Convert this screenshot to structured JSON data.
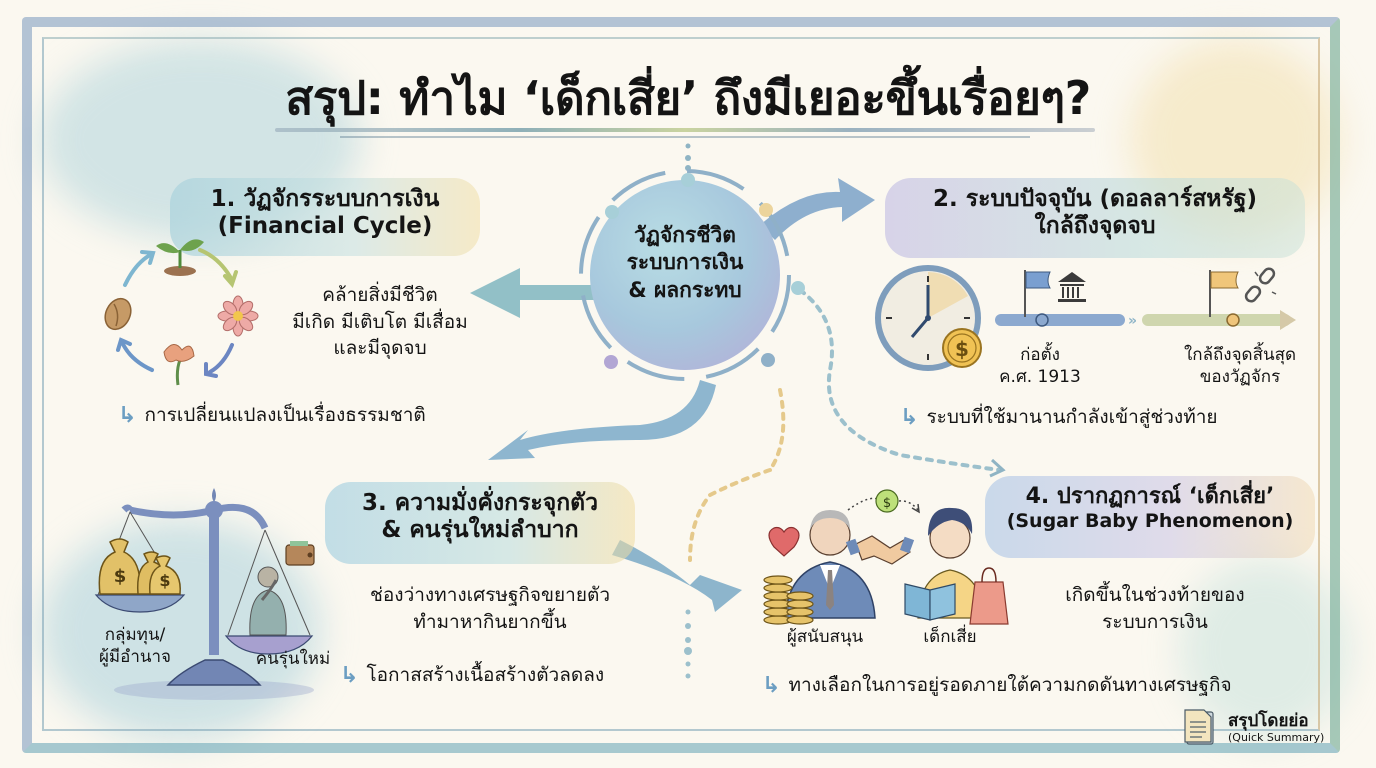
{
  "title": "สรุป: ทำไม ‘เด็กเสี่ย’ ถึงมีเยอะขึ้นเรื่อยๆ?",
  "center_hub": {
    "line1": "วัฏจักรชีวิต",
    "line2": "ระบบการเงิน",
    "line3": "& ผลกระทบ"
  },
  "section1": {
    "heading_line1": "1. วัฏจักรระบบการเงิน",
    "heading_line2": "(Financial Cycle)",
    "body_line1": "คล้ายสิ่งมีชีวิต",
    "body_line2": "มีเกิด มีเติบโต มีเสื่อม",
    "body_line3": "และมีจุดจบ",
    "note": "การเปลี่ยนแปลงเป็นเรื่องธรรมชาติ",
    "icons": [
      "seed-icon",
      "sprout-icon",
      "flower-icon",
      "wilted-flower-icon"
    ]
  },
  "section2": {
    "heading_line1": "2. ระบบปัจจุบัน (ดอลลาร์สหรัฐ)",
    "heading_line2": "ใกล้ถึงจุดจบ",
    "timeline_start_line1": "ก่อตั้ง",
    "timeline_start_line2": "ค.ศ. 1913",
    "timeline_end_line1": "ใกล้ถึงจุดสิ้นสุด",
    "timeline_end_line2": "ของวัฏจักร",
    "note": "ระบบที่ใช้มานานกำลังเข้าสู่ช่วงท้าย",
    "icons": [
      "clock-icon",
      "dollar-coin-icon",
      "flag-icon",
      "bank-icon",
      "broken-chain-icon"
    ]
  },
  "section3": {
    "heading_line1": "3. ความมั่งคั่งกระจุกตัว",
    "heading_line2": "& คนรุ่นใหม่ลำบาก",
    "scale_left_label_line1": "กลุ่มทุน/",
    "scale_left_label_line2": "ผู้มีอำนาจ",
    "scale_right_label": "คนรุ่นใหม่",
    "body_line1": "ช่องว่างทางเศรษฐกิจขยายตัว",
    "body_line2": "ทำมาหากินยากขึ้น",
    "note": "โอกาสสร้างเนื้อสร้างตัวลดลง",
    "icons": [
      "balance-scale-icon",
      "money-bag-icon",
      "wallet-icon",
      "worried-person-icon"
    ]
  },
  "section4": {
    "heading_line1": "4. ปรากฏการณ์ ‘เด็กเสี่ย’",
    "heading_line2": "(Sugar Baby Phenomenon)",
    "sponsor_label": "ผู้สนับสนุน",
    "baby_label": "เด็กเสี่ย",
    "body_line1": "เกิดขึ้นในช่วงท้ายของ",
    "body_line2": "ระบบการเงิน",
    "note": "ทางเลือกในการอยู่รอดภายใต้ความกดดันทางเศรษฐกิจ",
    "icons": [
      "heart-icon",
      "coin-stack-icon",
      "handshake-icon",
      "dollar-coin-icon",
      "book-icon",
      "shopping-bag-icon"
    ]
  },
  "footer": {
    "summary_title": "สรุปโดยย่อ",
    "summary_subtitle": "(Quick Summary)"
  },
  "colors": {
    "paper": "#fbf8f0",
    "text": "#141414",
    "blue_wash": "#a9cfd8",
    "purple_wash": "#b6aed6",
    "yellow_wash": "#f0d9a0",
    "arrow_blue": "#6f9fc4",
    "coin_gold": "#e8b84a"
  }
}
